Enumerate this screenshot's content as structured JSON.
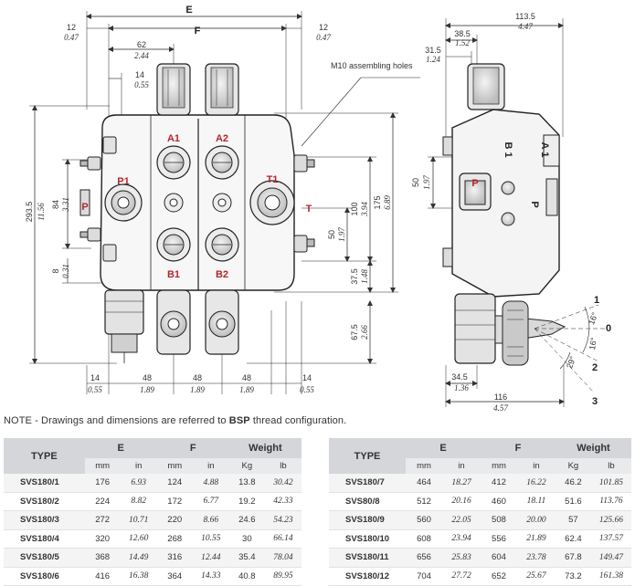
{
  "drawing": {
    "front_labels": {
      "E": "E",
      "F": "F",
      "d12_left": "12",
      "d12_left_in": "0.47",
      "d12_right": "12",
      "d12_right_in": "0.47",
      "d62": "62",
      "d62_in": "2.44",
      "d14": "14",
      "d14_in": "0.55",
      "m10": "M10 assembling holes",
      "d2935": "293.5",
      "d2935_in": "11.56",
      "d84": "84",
      "d84_in": "3.31",
      "d8": "8",
      "d8_in": "0.31",
      "d100": "100",
      "d100_in": "3.94",
      "d175": "175",
      "d175_in": "6.89",
      "d50": "50",
      "d50_in": "1.97",
      "d375": "37.5",
      "d375_in": "1.48",
      "d675": "67.5",
      "d675_in": "2.66",
      "bottom": [
        {
          "mm": "14",
          "in": "0.55"
        },
        {
          "mm": "48",
          "in": "1.89"
        },
        {
          "mm": "48",
          "in": "1.89"
        },
        {
          "mm": "48",
          "in": "1.89"
        },
        {
          "mm": "14",
          "in": "0.55"
        }
      ],
      "ports": {
        "A1": "A1",
        "A2": "A2",
        "B1": "B1",
        "B2": "B2",
        "P1": "P1",
        "P": "P",
        "T1": "T1",
        "T": "T"
      }
    },
    "side_labels": {
      "d1135": "113.5",
      "d1135_in": "4.47",
      "d385": "38.5",
      "d385_in": "1.52",
      "d315": "31.5",
      "d315_in": "1.24",
      "d50": "50",
      "d50_in": "1.97",
      "d345": "34.5",
      "d345_in": "1.36",
      "d116": "116",
      "d116_in": "4.57",
      "port_P": "P",
      "label_P": "P",
      "label_B1": "B 1",
      "label_A1": "A 1",
      "pos1": "1",
      "pos0": "0",
      "pos2": "2",
      "pos3": "3",
      "ang16a": "16°",
      "ang16b": "16°",
      "ang29": "29°"
    }
  },
  "note": {
    "prefix": "NOTE - Drawings and dimensions are referred to ",
    "bold": "BSP",
    "suffix": " thread configuration."
  },
  "table": {
    "headers": {
      "type": "TYPE",
      "e": "E",
      "f": "F",
      "weight": "Weight"
    },
    "units": {
      "mm": "mm",
      "in": "in",
      "kg": "Kg",
      "lb": "lb"
    },
    "left_rows": [
      {
        "type": "SVS180/1",
        "e_mm": "176",
        "e_in": "6.93",
        "f_mm": "124",
        "f_in": "4.88",
        "kg": "13.8",
        "lb": "30.42"
      },
      {
        "type": "SVS180/2",
        "e_mm": "224",
        "e_in": "8.82",
        "f_mm": "172",
        "f_in": "6.77",
        "kg": "19.2",
        "lb": "42.33"
      },
      {
        "type": "SVS180/3",
        "e_mm": "272",
        "e_in": "10.71",
        "f_mm": "220",
        "f_in": "8.66",
        "kg": "24.6",
        "lb": "54.23"
      },
      {
        "type": "SVS180/4",
        "e_mm": "320",
        "e_in": "12.60",
        "f_mm": "268",
        "f_in": "10.55",
        "kg": "30",
        "lb": "66.14"
      },
      {
        "type": "SVS180/5",
        "e_mm": "368",
        "e_in": "14.49",
        "f_mm": "316",
        "f_in": "12.44",
        "kg": "35.4",
        "lb": "78.04"
      },
      {
        "type": "SVS180/6",
        "e_mm": "416",
        "e_in": "16.38",
        "f_mm": "364",
        "f_in": "14.33",
        "kg": "40.8",
        "lb": "89.95"
      }
    ],
    "right_rows": [
      {
        "type": "SVS180/7",
        "e_mm": "464",
        "e_in": "18.27",
        "f_mm": "412",
        "f_in": "16.22",
        "kg": "46.2",
        "lb": "101.85"
      },
      {
        "type": "SVS80/8",
        "e_mm": "512",
        "e_in": "20.16",
        "f_mm": "460",
        "f_in": "18.11",
        "kg": "51.6",
        "lb": "113.76"
      },
      {
        "type": "SVS180/9",
        "e_mm": "560",
        "e_in": "22.05",
        "f_mm": "508",
        "f_in": "20.00",
        "kg": "57",
        "lb": "125.66"
      },
      {
        "type": "SVS180/10",
        "e_mm": "608",
        "e_in": "23.94",
        "f_mm": "556",
        "f_in": "21.89",
        "kg": "62.4",
        "lb": "137.57"
      },
      {
        "type": "SVS180/11",
        "e_mm": "656",
        "e_in": "25.83",
        "f_mm": "604",
        "f_in": "23.78",
        "kg": "67.8",
        "lb": "149.47"
      },
      {
        "type": "SVS180/12",
        "e_mm": "704",
        "e_in": "27.72",
        "f_mm": "652",
        "f_in": "25.67",
        "kg": "73.2",
        "lb": "161.38"
      }
    ]
  }
}
